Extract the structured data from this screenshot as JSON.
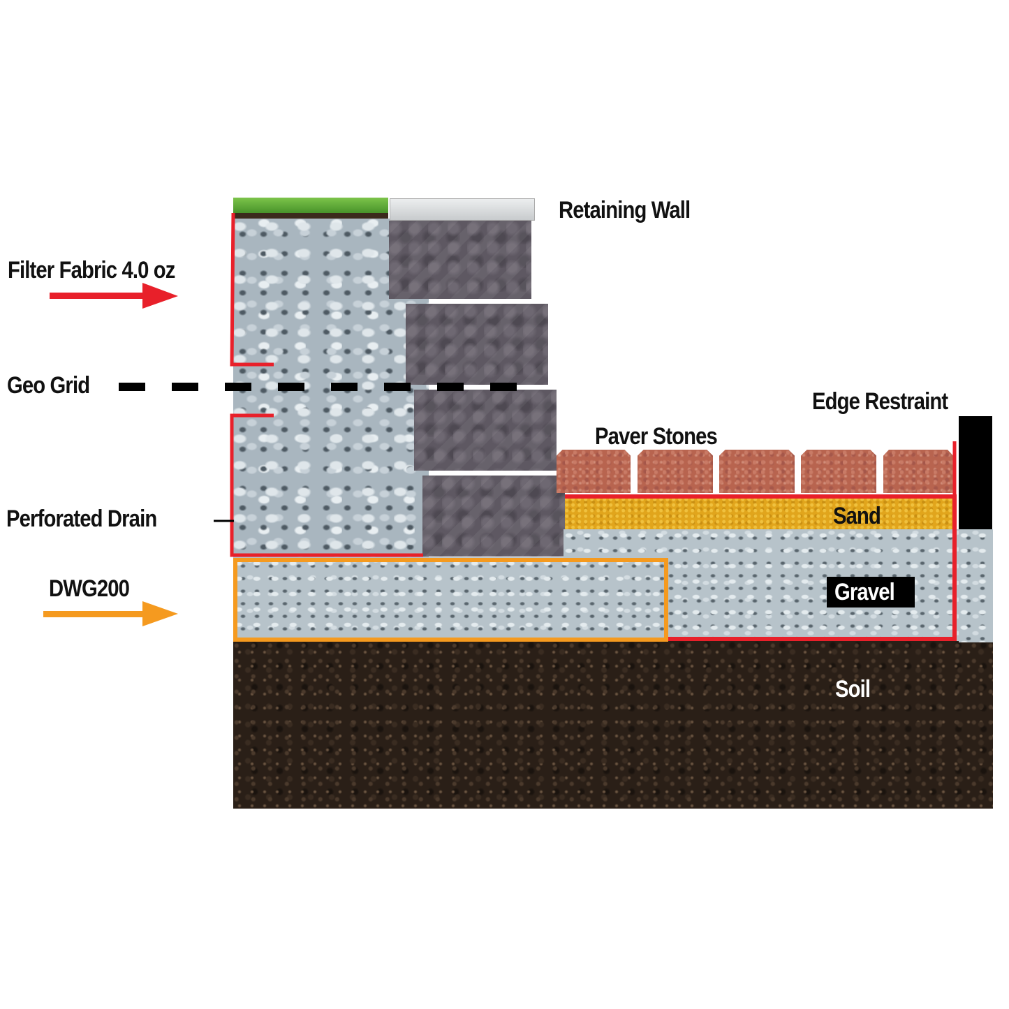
{
  "diagram": {
    "title": "Retaining wall and paver installation cross-section",
    "labels": {
      "retaining_wall": "Retaining Wall",
      "filter_fabric": "Filter Fabric 4.0 oz",
      "geo_grid": "Geo Grid",
      "perforated_drain": "Perforated Drain",
      "dwg200": "DWG200",
      "edge_restraint": "Edge Restraint",
      "paver_stones": "Paver Stones",
      "sand": "Sand",
      "gravel": "Gravel",
      "soil": "Soil"
    },
    "colors": {
      "filter_fabric_line": "#e8202a",
      "dwg200_line": "#f59a1f",
      "geo_grid_dash": "#000000",
      "edge_restraint": "#000000",
      "sand": "#e1a51c",
      "paver": "#b8644f",
      "wall_block": "#5e5862",
      "wall_cap": "#d6d8da",
      "gravel": "#a9b6bf",
      "soil": "#2a1f17",
      "grass": "#5aa832"
    },
    "paver_count": 5,
    "wall_block_count": 4
  }
}
